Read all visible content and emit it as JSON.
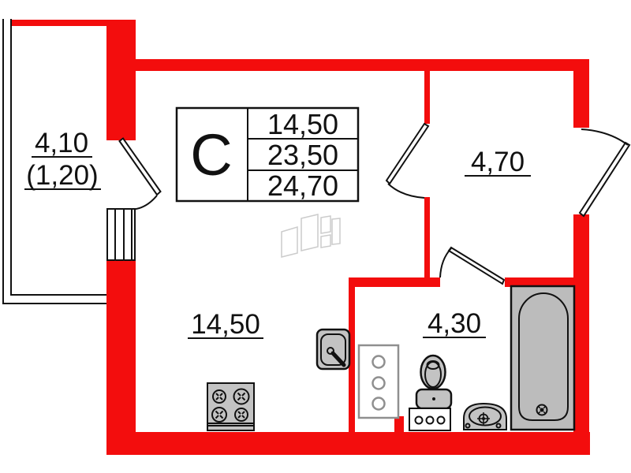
{
  "plan": {
    "type": "apartment-floor-plan",
    "unit_type_letter": "С"
  },
  "legend": {
    "letter": "С",
    "rows": [
      "14,50",
      "23,50",
      "24,70"
    ]
  },
  "rooms": {
    "balcony": {
      "area": "4,10",
      "area_reduced": "(1,20)"
    },
    "living": {
      "area": "14,50"
    },
    "hall": {
      "area": "4,70"
    },
    "bathroom": {
      "area": "4,30"
    }
  },
  "colors": {
    "wall_red": "#f30d0d",
    "outline_black": "#111111",
    "fixture_gray": "#c3c3c3",
    "bathtub_gray": "#bcbcbc",
    "cabinet_stroke_gray": "#8f8f8f",
    "watermark_gray": "#cccccc",
    "background": "#ffffff"
  }
}
